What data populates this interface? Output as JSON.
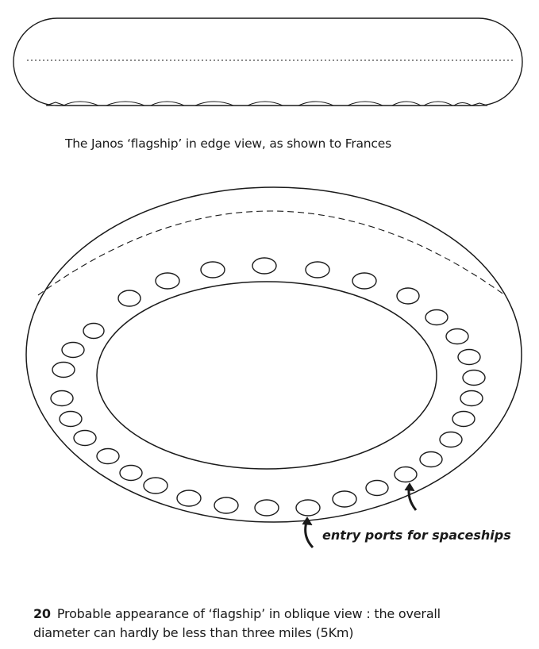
{
  "edge_view": {
    "caption": "The Janos ‘flagship’ in edge view, as shown to Frances"
  },
  "oblique_view": {
    "figure_number": "20",
    "caption_line1": "Probable appearance of ‘flagship’ in oblique view : the overall",
    "caption_line2": "diameter can hardly be less than three miles (5Km)",
    "port_label": "entry ports for spaceships"
  },
  "colors": {
    "ink": "#1a1a1a",
    "paper": "#ffffff"
  }
}
